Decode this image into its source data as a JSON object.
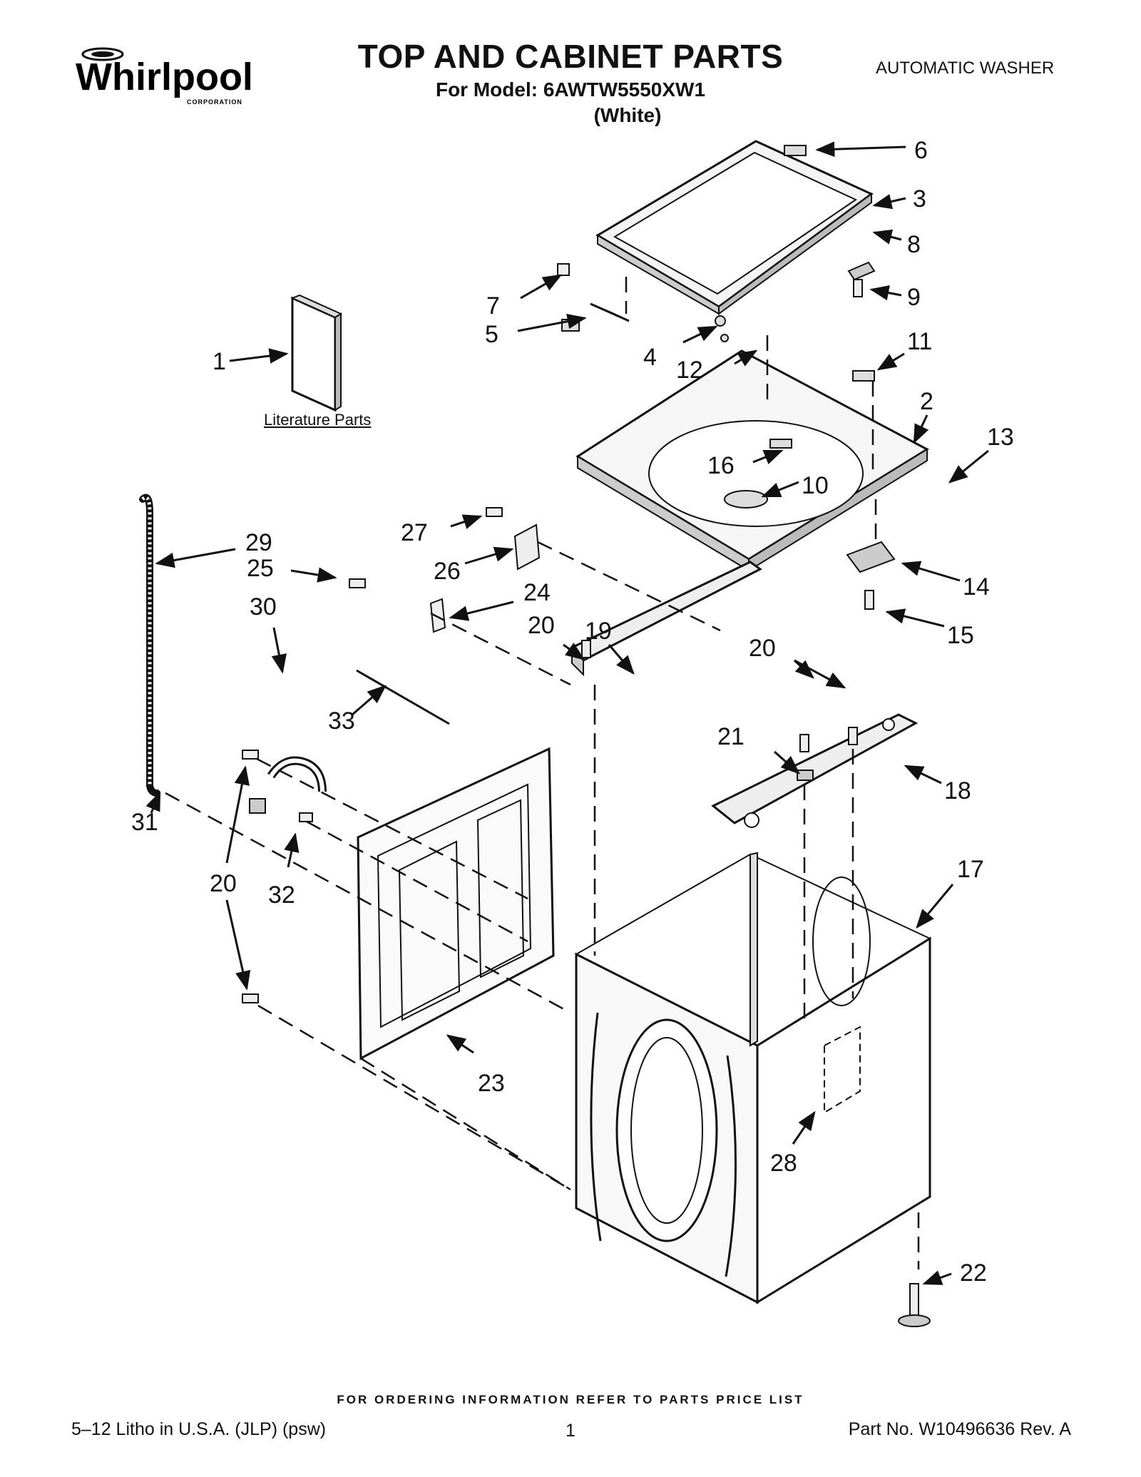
{
  "header": {
    "brand": "Whirlpool",
    "brand_sub": "CORPORATION",
    "title": "TOP AND CABINET PARTS",
    "model_line": "For Model: 6AWTW5550XW1",
    "color_line": "(White)",
    "product": "AUTOMATIC WASHER"
  },
  "literature_label": "Literature Parts",
  "callouts": [
    {
      "num": "1"
    },
    {
      "num": "2"
    },
    {
      "num": "3"
    },
    {
      "num": "4"
    },
    {
      "num": "5"
    },
    {
      "num": "6"
    },
    {
      "num": "7"
    },
    {
      "num": "8"
    },
    {
      "num": "9"
    },
    {
      "num": "10"
    },
    {
      "num": "11"
    },
    {
      "num": "12"
    },
    {
      "num": "13"
    },
    {
      "num": "14"
    },
    {
      "num": "15"
    },
    {
      "num": "16"
    },
    {
      "num": "17"
    },
    {
      "num": "18"
    },
    {
      "num": "19"
    },
    {
      "num": "20"
    },
    {
      "num": "20"
    },
    {
      "num": "20"
    },
    {
      "num": "21"
    },
    {
      "num": "22"
    },
    {
      "num": "23"
    },
    {
      "num": "24"
    },
    {
      "num": "25"
    },
    {
      "num": "26"
    },
    {
      "num": "27"
    },
    {
      "num": "28"
    },
    {
      "num": "29"
    },
    {
      "num": "30"
    },
    {
      "num": "31"
    },
    {
      "num": "32"
    },
    {
      "num": "33"
    }
  ],
  "footer": {
    "ordering": "FOR ORDERING INFORMATION REFER TO PARTS PRICE LIST",
    "litho": "5–12 Litho in U.S.A. (JLP) (psw)",
    "page": "1",
    "part_no": "Part No. W10496636 Rev. A"
  }
}
